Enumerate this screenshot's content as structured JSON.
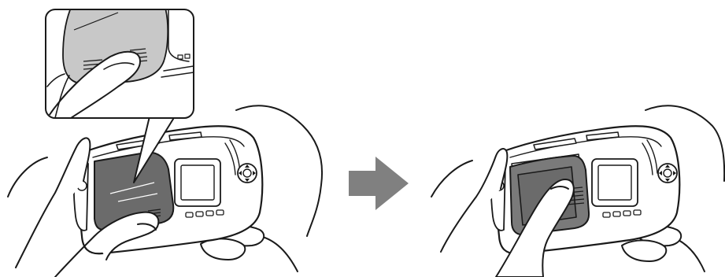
{
  "colors": {
    "line": "#1a1a1a",
    "battery_cover": "#6b6b6b",
    "battery_cover_light": "#7a7a7a",
    "inset_cover": "#c8c8c8",
    "arrow": "#808080",
    "paper": "#ffffff"
  },
  "steps": [
    {
      "id": "step-1-press-release-tab"
    },
    {
      "id": "step-2-slide-cover-off"
    }
  ],
  "icons": [
    "right-arrow-icon",
    "magnifier-inset",
    "four-way-controller-icon"
  ]
}
